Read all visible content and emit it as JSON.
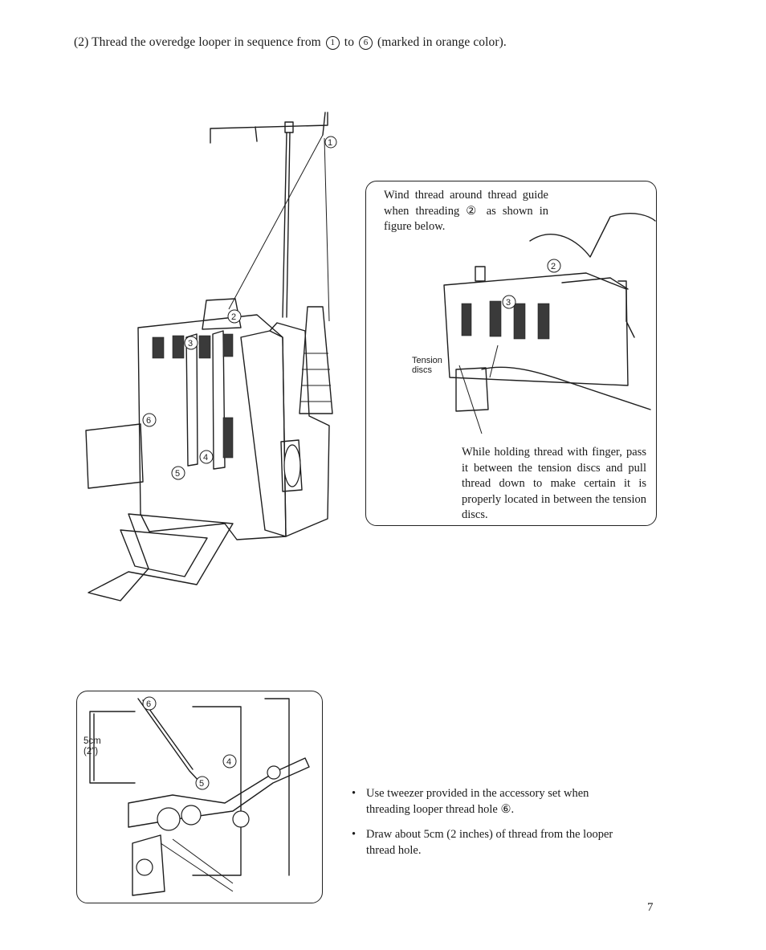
{
  "heading": {
    "prefix": "(2)  Thread the overedge looper in sequence from",
    "num_start": "1",
    "to_word": "to",
    "num_end": "6",
    "suffix": "(marked in orange color)."
  },
  "callout_top": {
    "wind_text": "Wind thread around thread guide when threading ② as shown in figure below.",
    "tension_label_line1": "Tension",
    "tension_label_line2": "discs",
    "hold_text": "While holding thread with finger, pass it between the tension discs and pull thread down to make certain it is properly located in between the tension discs."
  },
  "callout_bottom": {
    "measure_line1": "5cm",
    "measure_line2": "(2\")"
  },
  "markers": [
    "1",
    "2",
    "3",
    "4",
    "5",
    "6"
  ],
  "instructions": [
    "Use tweezer provided in the accessory set when threading looper thread hole ⑥.",
    "Draw about 5cm (2 inches) of thread from the looper thread hole."
  ],
  "page_number": "7"
}
